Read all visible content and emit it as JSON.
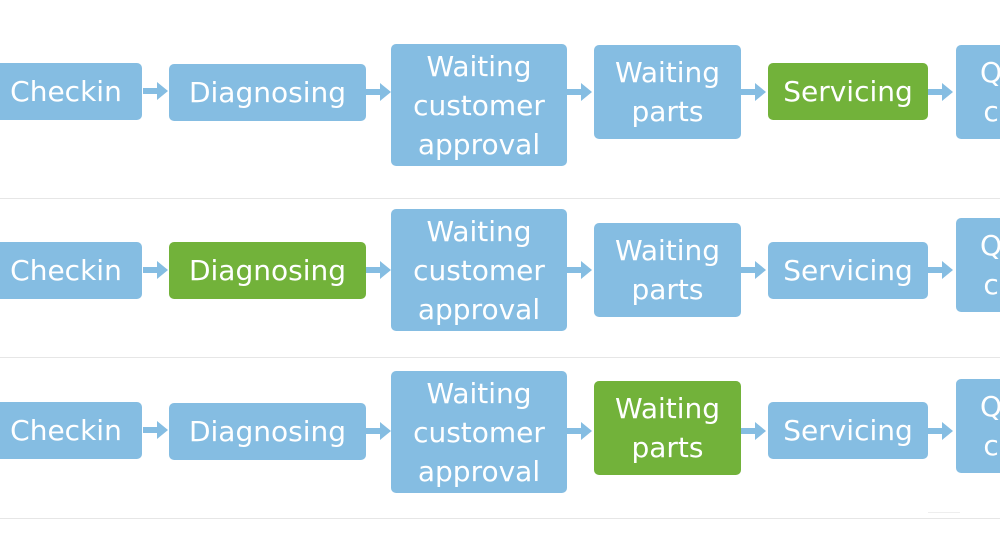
{
  "colors": {
    "stage_default": "#85bde2",
    "stage_active": "#72b23a",
    "arrow": "#85bde2",
    "divider": "#e6e6e6",
    "background": "#ffffff"
  },
  "stages": {
    "checkin": "Checkin",
    "diagnosing": "Diagnosing",
    "waiting_customer_approval": "Waiting\ncustomer\napproval",
    "waiting_parts": "Waiting\nparts",
    "servicing": "Servicing",
    "quality_control_partial": "Q\nc"
  },
  "rows": [
    {
      "active_stage": "servicing"
    },
    {
      "active_stage": "diagnosing"
    },
    {
      "active_stage": "waiting_parts"
    }
  ]
}
